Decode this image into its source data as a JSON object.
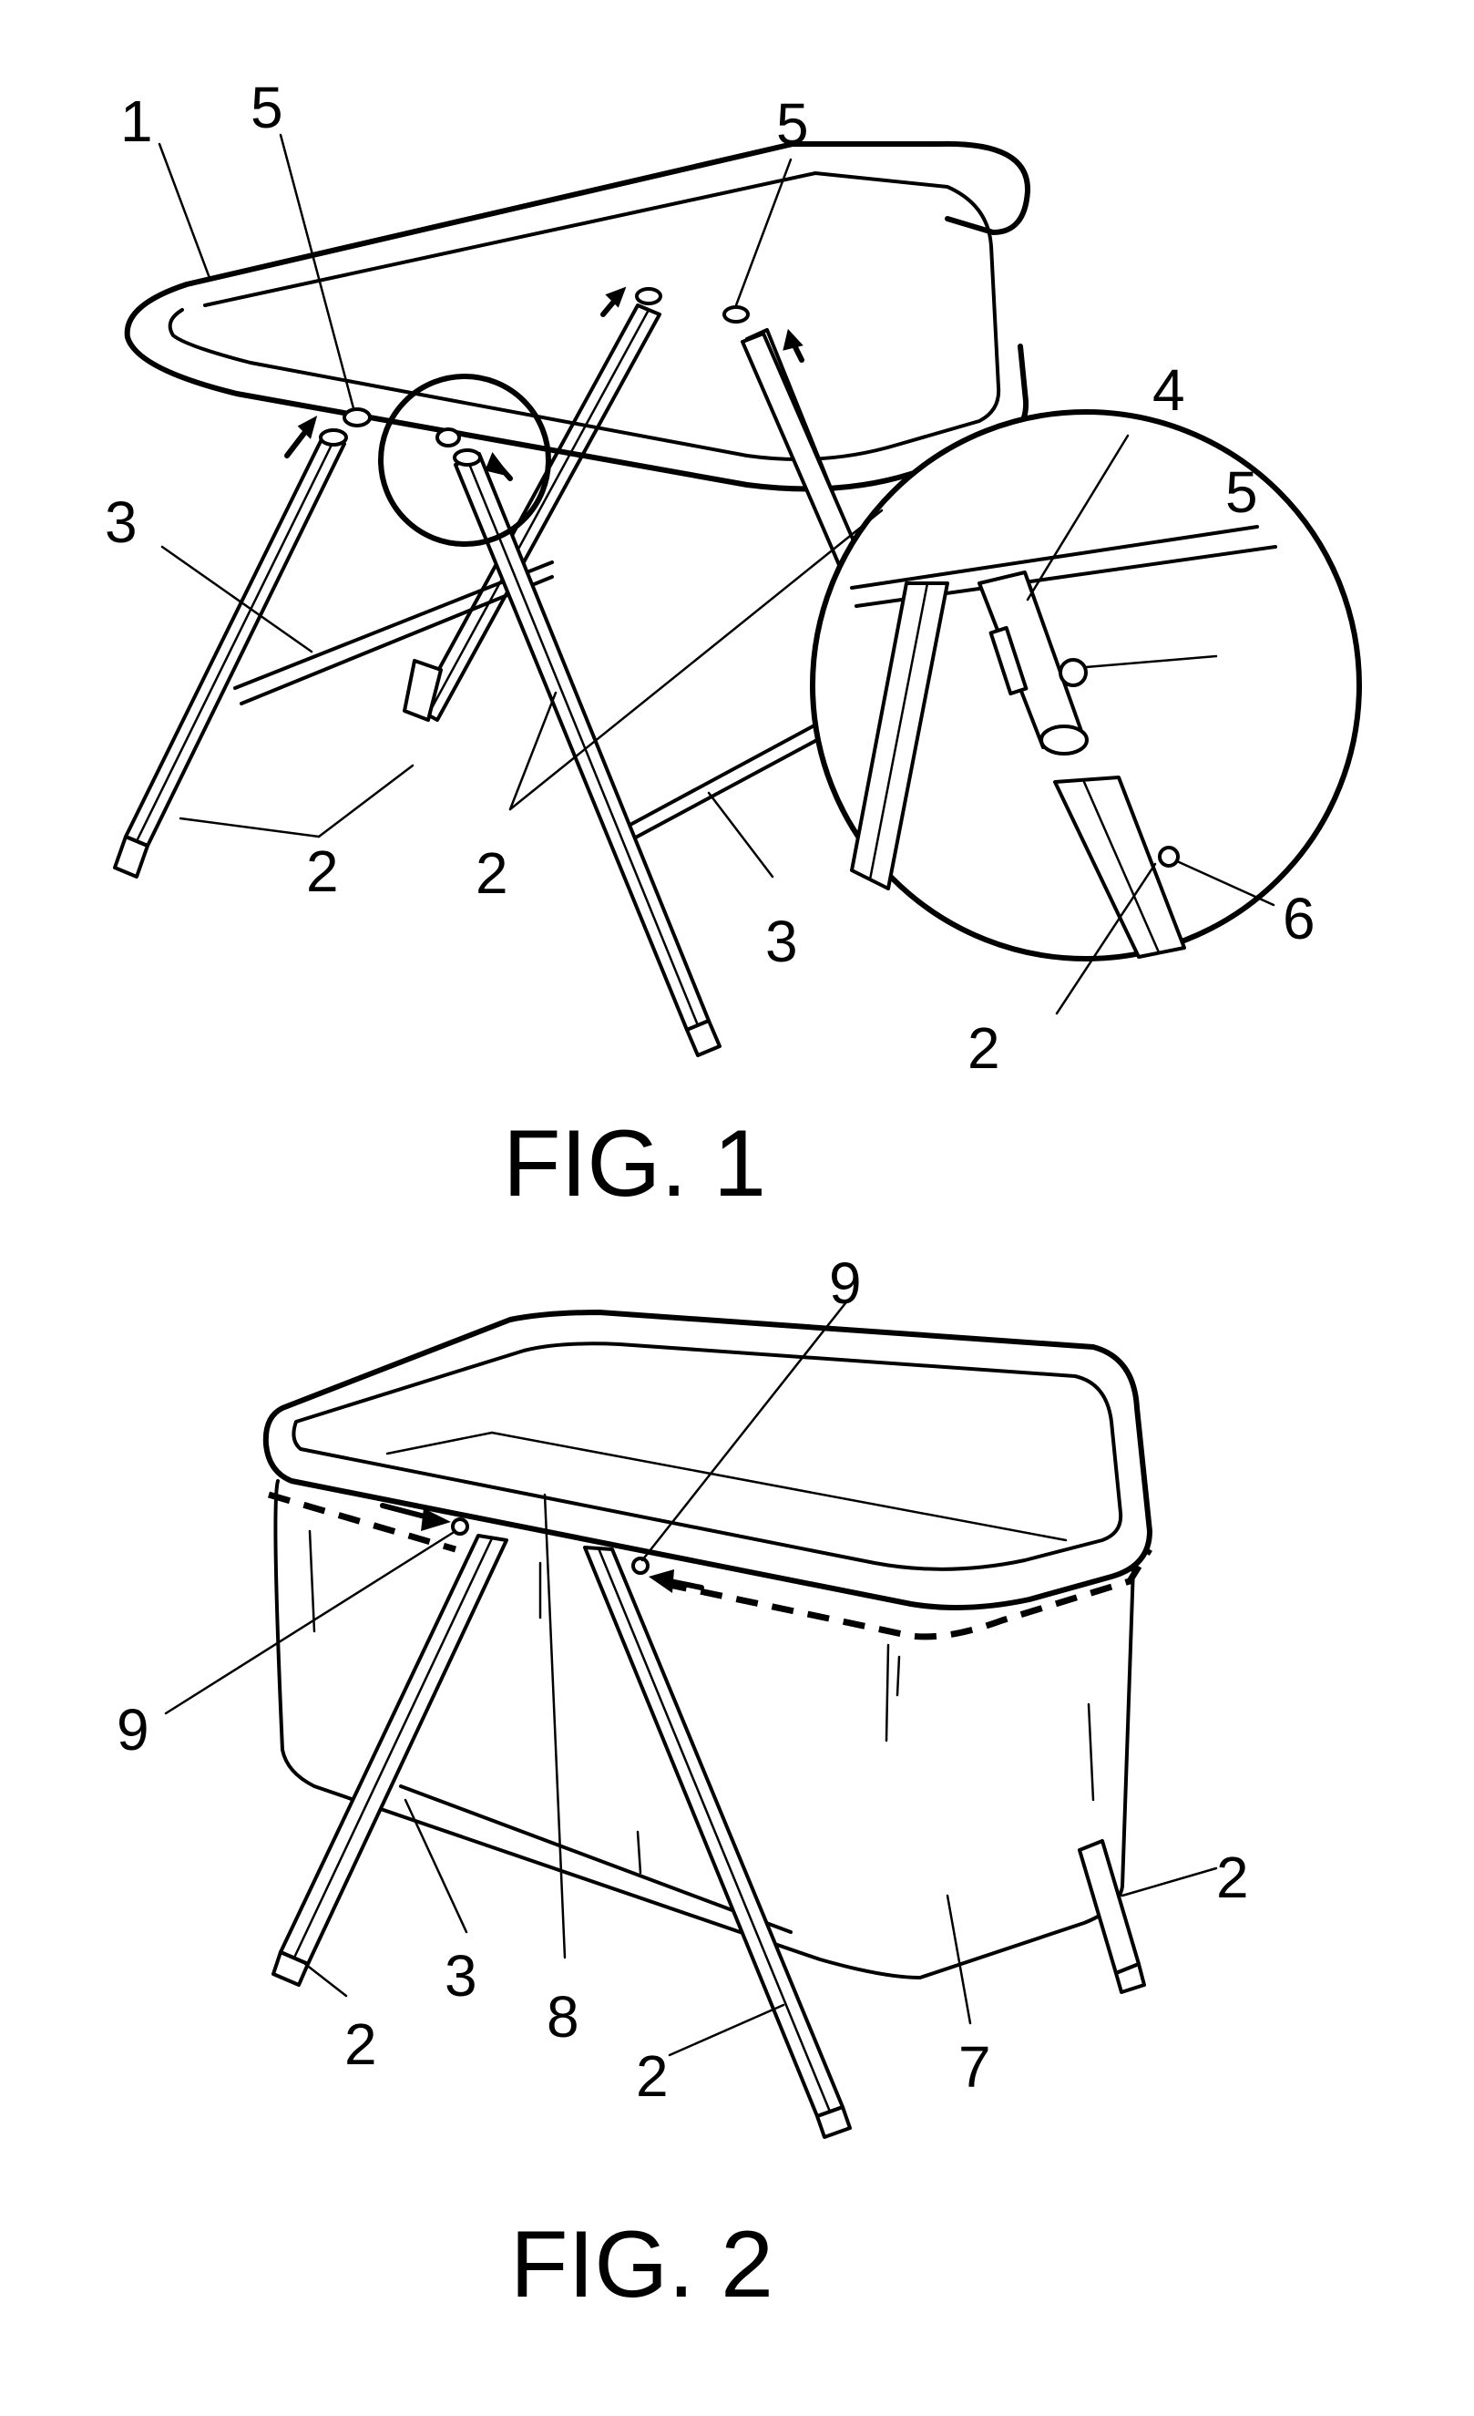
{
  "figures": [
    {
      "caption": "FIG. 1",
      "labels": [
        "1",
        "5",
        "5",
        "3",
        "2",
        "2",
        "3",
        "4",
        "5",
        "6",
        "2"
      ]
    },
    {
      "caption": "FIG. 2",
      "labels": [
        "9",
        "9",
        "2",
        "3",
        "8",
        "2",
        "7",
        "2"
      ]
    }
  ]
}
